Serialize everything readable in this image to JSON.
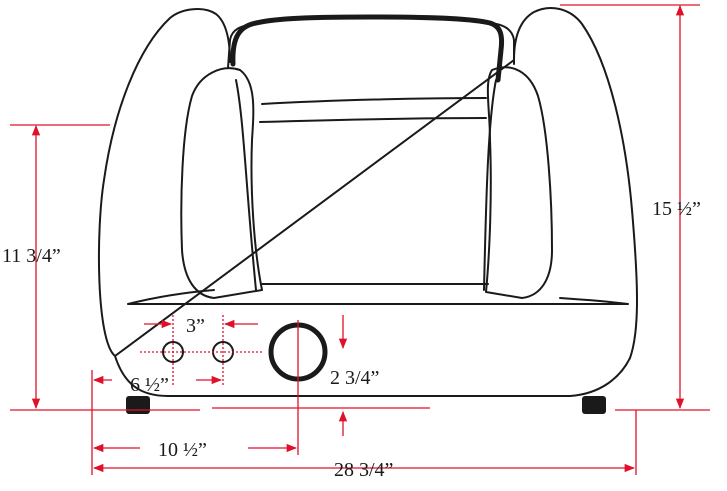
{
  "dimensions": {
    "overall_width": "28 3/4”",
    "overall_height": "15 ½”",
    "seat_height": "11 3/4”",
    "jack_spacing": "3”",
    "jack_offset": "6 ½”",
    "knob_offset": "10 ½”",
    "knob_height": "2 3/4”"
  },
  "colors": {
    "dimension_line": "#e0102a",
    "outline": "#1a1a1a",
    "text": "#1a1a1a"
  }
}
